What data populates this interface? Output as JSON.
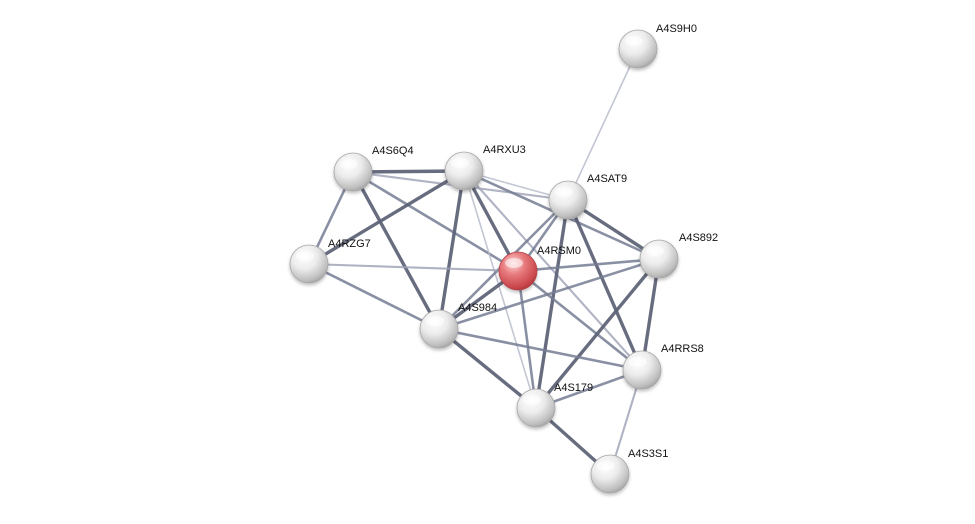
{
  "network": {
    "nodes": [
      {
        "id": "A4RSM0",
        "label": "A4RSM0",
        "role": "query",
        "color": "#e06a6e"
      },
      {
        "id": "A4S9H0",
        "label": "A4S9H0",
        "role": "partner",
        "color": "#dcdcdc"
      },
      {
        "id": "A4S6Q4",
        "label": "A4S6Q4",
        "role": "partner",
        "color": "#dcdcdc"
      },
      {
        "id": "A4RXU3",
        "label": "A4RXU3",
        "role": "partner",
        "color": "#dcdcdc"
      },
      {
        "id": "A4SAT9",
        "label": "A4SAT9",
        "role": "partner",
        "color": "#dcdcdc"
      },
      {
        "id": "A4RZG7",
        "label": "A4RZG7",
        "role": "partner",
        "color": "#dcdcdc"
      },
      {
        "id": "A4S892",
        "label": "A4S892",
        "role": "partner",
        "color": "#dcdcdc"
      },
      {
        "id": "A4S984",
        "label": "A4S984",
        "role": "partner",
        "color": "#dcdcdc"
      },
      {
        "id": "A4RRS8",
        "label": "A4RRS8",
        "role": "partner",
        "color": "#dcdcdc"
      },
      {
        "id": "A4S179",
        "label": "A4S179",
        "role": "partner",
        "color": "#dcdcdc"
      },
      {
        "id": "A4S3S1",
        "label": "A4S3S1",
        "role": "partner",
        "color": "#dcdcdc"
      }
    ],
    "edges": [
      {
        "source": "A4S9H0",
        "target": "A4SAT9",
        "strength": 0.3
      },
      {
        "source": "A4S6Q4",
        "target": "A4RXU3",
        "strength": 0.75
      },
      {
        "source": "A4S6Q4",
        "target": "A4RZG7",
        "strength": 0.5
      },
      {
        "source": "A4S6Q4",
        "target": "A4S984",
        "strength": 0.75
      },
      {
        "source": "A4S6Q4",
        "target": "A4RSM0",
        "strength": 0.5
      },
      {
        "source": "A4S6Q4",
        "target": "A4SAT9",
        "strength": 0.4
      },
      {
        "source": "A4RXU3",
        "target": "A4RZG7",
        "strength": 0.75
      },
      {
        "source": "A4RXU3",
        "target": "A4S984",
        "strength": 0.75
      },
      {
        "source": "A4RXU3",
        "target": "A4RSM0",
        "strength": 0.75
      },
      {
        "source": "A4RXU3",
        "target": "A4SAT9",
        "strength": 0.3
      },
      {
        "source": "A4RXU3",
        "target": "A4S892",
        "strength": 0.5
      },
      {
        "source": "A4RXU3",
        "target": "A4S179",
        "strength": 0.3
      },
      {
        "source": "A4RXU3",
        "target": "A4RRS8",
        "strength": 0.4
      },
      {
        "source": "A4SAT9",
        "target": "A4RSM0",
        "strength": 0.5
      },
      {
        "source": "A4SAT9",
        "target": "A4S892",
        "strength": 0.75
      },
      {
        "source": "A4SAT9",
        "target": "A4S984",
        "strength": 0.5
      },
      {
        "source": "A4SAT9",
        "target": "A4S179",
        "strength": 0.75
      },
      {
        "source": "A4SAT9",
        "target": "A4RRS8",
        "strength": 0.75
      },
      {
        "source": "A4RZG7",
        "target": "A4RSM0",
        "strength": 0.4
      },
      {
        "source": "A4RZG7",
        "target": "A4S984",
        "strength": 0.5
      },
      {
        "source": "A4RSM0",
        "target": "A4S892",
        "strength": 0.5
      },
      {
        "source": "A4RSM0",
        "target": "A4S984",
        "strength": 0.75
      },
      {
        "source": "A4RSM0",
        "target": "A4S179",
        "strength": 0.5
      },
      {
        "source": "A4RSM0",
        "target": "A4RRS8",
        "strength": 0.5
      },
      {
        "source": "A4S892",
        "target": "A4S984",
        "strength": 0.5
      },
      {
        "source": "A4S892",
        "target": "A4RRS8",
        "strength": 0.75
      },
      {
        "source": "A4S892",
        "target": "A4S179",
        "strength": 0.75
      },
      {
        "source": "A4S984",
        "target": "A4S179",
        "strength": 0.75
      },
      {
        "source": "A4S984",
        "target": "A4RRS8",
        "strength": 0.5
      },
      {
        "source": "A4S179",
        "target": "A4RRS8",
        "strength": 0.5
      },
      {
        "source": "A4S179",
        "target": "A4S3S1",
        "strength": 0.75
      },
      {
        "source": "A4RRS8",
        "target": "A4S3S1",
        "strength": 0.4
      }
    ]
  }
}
